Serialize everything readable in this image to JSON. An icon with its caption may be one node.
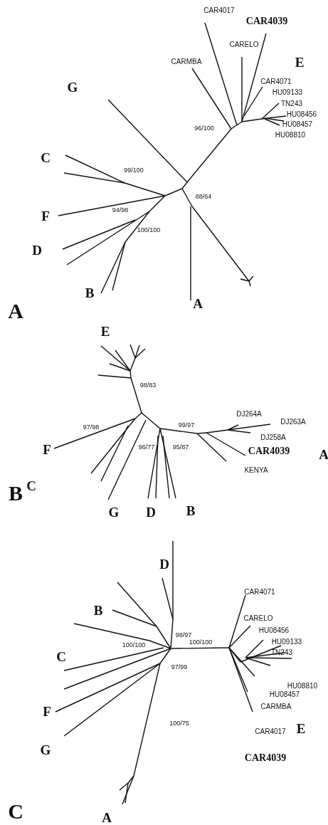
{
  "diagram": {
    "labels": [
      "CAR4017",
      "CAR4039",
      "CARMBA",
      "CARELO",
      "E",
      "CAR4071",
      "G",
      "HU09133",
      "TN243",
      "HU08456",
      "HU08457",
      "96/100",
      "HU08810",
      "C",
      "99/100",
      "88/64",
      "F",
      "94/98",
      "100/100",
      "D",
      "B",
      "A",
      "A",
      "E",
      "98/83",
      "DJ264A",
      "97/98",
      "99/97",
      "DJ263A",
      "DJ258A",
      "96/77",
      "95/87",
      "F",
      "CAR4039",
      "A",
      "KENYA",
      "C",
      "B",
      "G",
      "D",
      "B",
      "D",
      "CAR4071",
      "B",
      "CARELO",
      "HU08456",
      "98/97",
      "100/100",
      "100/100",
      "HU09133",
      "C",
      "TN243",
      "97/99",
      "HU08810",
      "HU08457",
      "F",
      "CARMBA",
      "100/75",
      "CAR4017",
      "E",
      "G",
      "CAR4039",
      "C",
      "A"
    ]
  }
}
